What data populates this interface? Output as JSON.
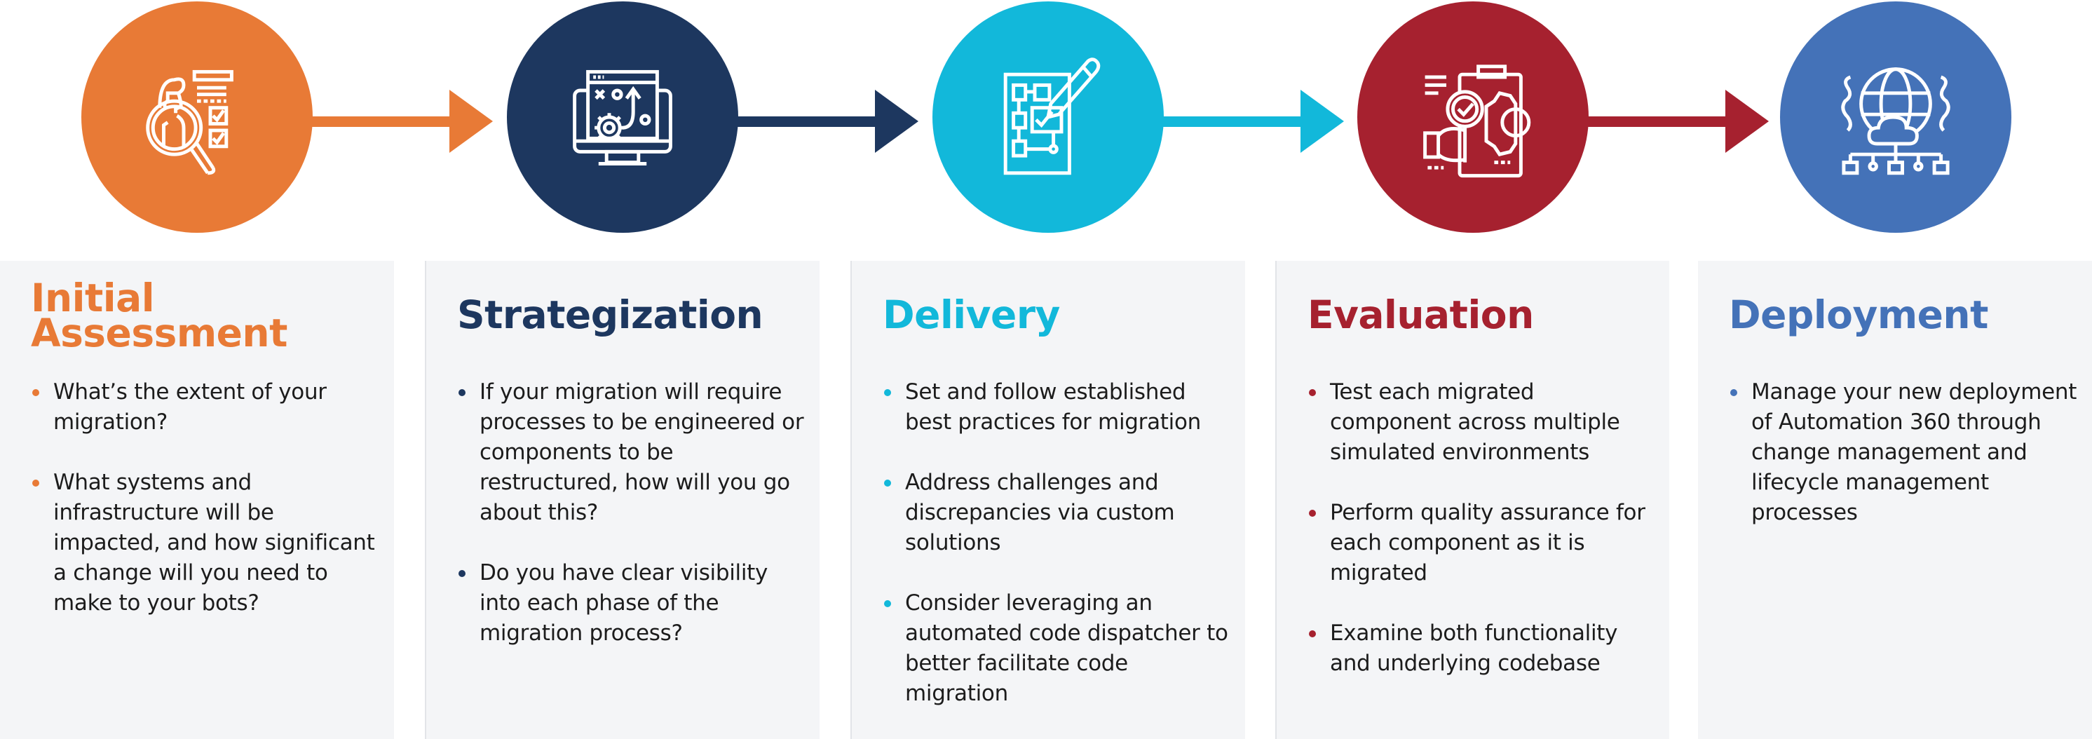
{
  "colors": {
    "assessment": "#E87A36",
    "strategization": "#1D375F",
    "delivery": "#12B8DA",
    "evaluation": "#A6212F",
    "deployment": "#4472B8",
    "panel_bg": "#F4F5F7",
    "body_text": "#1C1C1C"
  },
  "stages": [
    {
      "title": "Initial Assessment",
      "title_lines": [
        "Initial",
        "Assessment"
      ],
      "icon": "person-magnifier-checklist-icon",
      "bullets": [
        "What’s the extent of your migration?",
        "What systems and infrastructure will be impacted, and how significant a change will you need to make to your bots?"
      ]
    },
    {
      "title": "Strategization",
      "icon": "monitor-strategy-gear-icon",
      "bullets": [
        "If your migration will require processes to be engineered or components to be restructured, how will you go about this?",
        "Do you have clear visibility into each phase of the migration process?"
      ]
    },
    {
      "title": "Delivery",
      "icon": "flowchart-pencil-icon",
      "bullets": [
        "Set and follow established best practices for migration",
        "Address challenges and discrepancies via custom solutions",
        "Consider leveraging an automated code dispatcher to better facilitate code migration"
      ]
    },
    {
      "title": "Evaluation",
      "icon": "clipboard-magnifier-gear-icon",
      "bullets": [
        "Test each migrated component across multiple simulated environments",
        "Perform quality assurance for each component as it is migrated",
        "Examine both functionality and underlying codebase"
      ]
    },
    {
      "title": "Deployment",
      "icon": "globe-cloud-network-icon",
      "bullets": [
        "Manage your new deployment of Automation 360 through change management and lifecycle management processes"
      ]
    }
  ]
}
